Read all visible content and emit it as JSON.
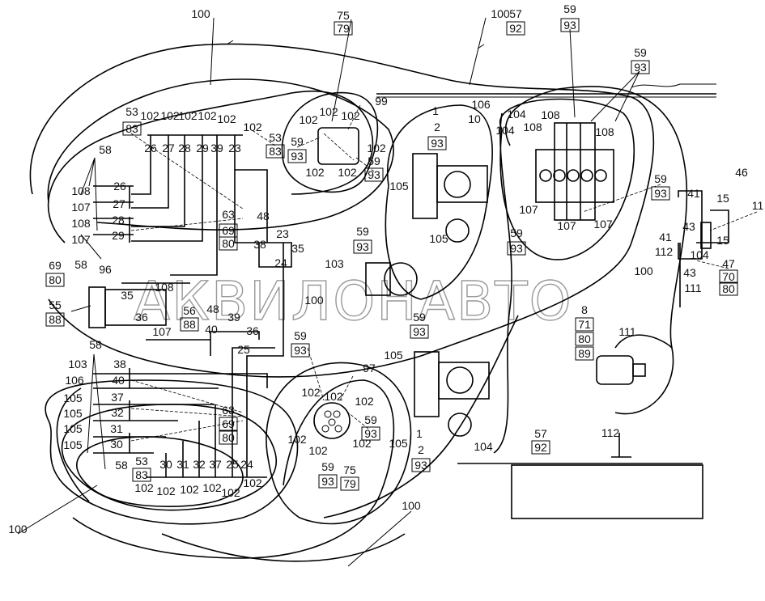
{
  "diagram": {
    "watermark": "АКВИЛОНАВТО",
    "labels": [
      "100",
      "75",
      "79",
      "100",
      "57",
      "92",
      "59",
      "93",
      "59",
      "93",
      "99",
      "106",
      "104",
      "10",
      "104",
      "1",
      "2",
      "93",
      "108",
      "108",
      "108",
      "53",
      "83",
      "102",
      "102",
      "102",
      "102",
      "102",
      "102",
      "26",
      "27",
      "28",
      "29",
      "39",
      "23",
      "53",
      "83",
      "102",
      "102",
      "102",
      "59",
      "93",
      "102",
      "59",
      "93",
      "102",
      "102",
      "58",
      "108",
      "107",
      "108",
      "107",
      "26",
      "27",
      "28",
      "29",
      "63",
      "69",
      "80",
      "48",
      "23",
      "38",
      "35",
      "24",
      "58",
      "69",
      "80",
      "96",
      "35",
      "108",
      "36",
      "107",
      "55",
      "88",
      "56",
      "88",
      "48",
      "39",
      "40",
      "36",
      "25",
      "59",
      "93",
      "105",
      "105",
      "103",
      "100",
      "59",
      "93",
      "59",
      "93",
      "105",
      "58",
      "103",
      "38",
      "106",
      "40",
      "105",
      "37",
      "105",
      "32",
      "105",
      "31",
      "105",
      "30",
      "58",
      "63",
      "69",
      "80",
      "97",
      "102",
      "102",
      "102",
      "59",
      "93",
      "102",
      "102",
      "102",
      "59",
      "93",
      "75",
      "79",
      "53",
      "83",
      "30",
      "31",
      "32",
      "37",
      "25",
      "24",
      "102",
      "102",
      "102",
      "102",
      "102",
      "102",
      "100",
      "100",
      "1",
      "2",
      "93",
      "105",
      "104",
      "57",
      "92",
      "112",
      "59",
      "93",
      "107",
      "107",
      "107",
      "59",
      "93",
      "46",
      "41",
      "15",
      "11",
      "43",
      "15",
      "41",
      "112",
      "104",
      "100",
      "43",
      "111",
      "47",
      "70",
      "80",
      "8",
      "71",
      "80",
      "89",
      "111"
    ]
  }
}
